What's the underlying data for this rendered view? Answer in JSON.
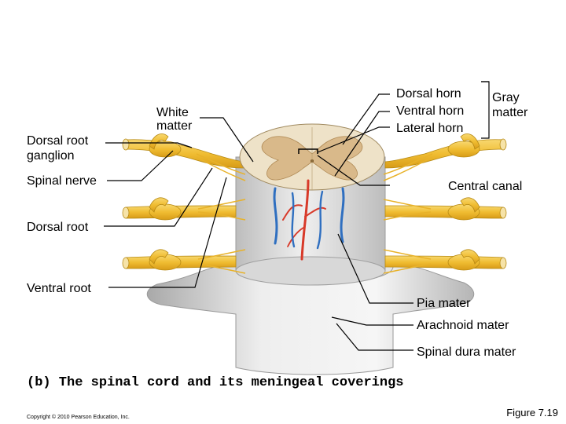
{
  "labels": {
    "dorsal_root_ganglion": "Dorsal root ganglion",
    "white_matter": "White matter",
    "spinal_nerve": "Spinal nerve",
    "dorsal_root": "Dorsal root",
    "ventral_root": "Ventral root",
    "dorsal_horn": "Dorsal horn",
    "ventral_horn": "Ventral horn",
    "lateral_horn": "Lateral horn",
    "gray_matter": "Gray matter",
    "central_canal": "Central canal",
    "pia_mater": "Pia mater",
    "arachnoid_mater": "Arachnoid mater",
    "spinal_dura_mater": "Spinal dura mater"
  },
  "caption": "(b)  The spinal cord and its meningeal coverings",
  "copyright": "Copyright © 2010 Pearson Education, Inc.",
  "figure_number": "Figure 7.19",
  "colors": {
    "nerve": "#f2c23a",
    "gray_matter": "#d9b98a",
    "white_matter": "#eee2c8",
    "dura": "#d9d9d9",
    "artery": "#d83a2a",
    "vein": "#2f6fc0"
  }
}
